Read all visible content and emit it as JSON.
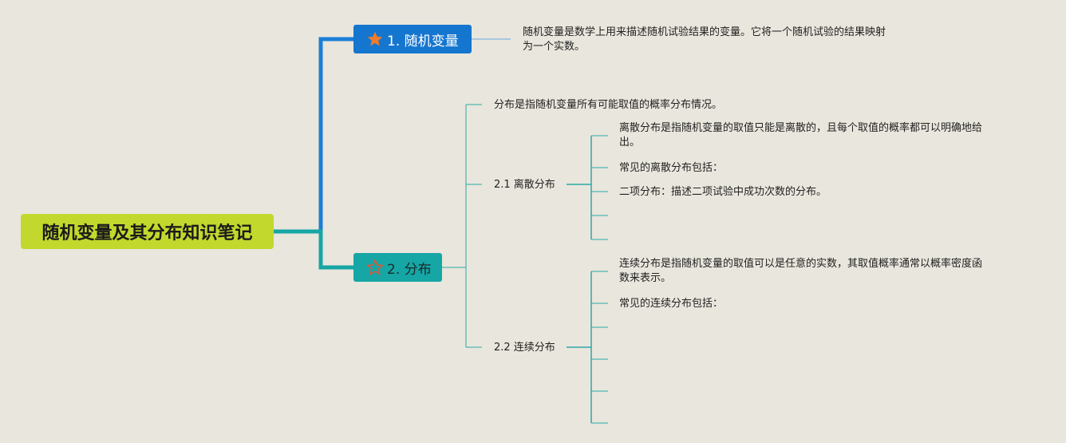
{
  "root": {
    "label": "随机变量及其分布知识笔记"
  },
  "colors": {
    "root": "#c2d82c",
    "branch1": "#1576cf",
    "branch2": "#16a6a5",
    "teal_line": "#2aa9a6",
    "blue_line": "#1b7fd6"
  },
  "branch1": {
    "label": "1. 随机变量",
    "icon": "star-filled-icon",
    "note_lines": [
      "随机变量是数学上用来描述随机试验结果的变量。它将一个随机试验的结果映射",
      "为一个实数。"
    ]
  },
  "branch2": {
    "label": "2. 分布",
    "icon": "star-outline-icon",
    "intro": "分布是指随机变量所有可能取值的概率分布情况。",
    "discrete": {
      "label": "2.1 离散分布",
      "items": [
        [
          "离散分布是指随机变量的取值只能是离散的，且每个取值的概率都可以明确地给",
          "出。"
        ],
        [
          "常见的离散分布包括："
        ],
        [
          "二项分布：描述二项试验中成功次数的分布。"
        ],
        [],
        []
      ]
    },
    "continuous": {
      "label": "2.2 连续分布",
      "items": [
        [
          "连续分布是指随机变量的取值可以是任意的实数，其取值概率通常以概率密度函",
          "数来表示。"
        ],
        [
          "常见的连续分布包括："
        ],
        [],
        [],
        [],
        []
      ]
    }
  }
}
